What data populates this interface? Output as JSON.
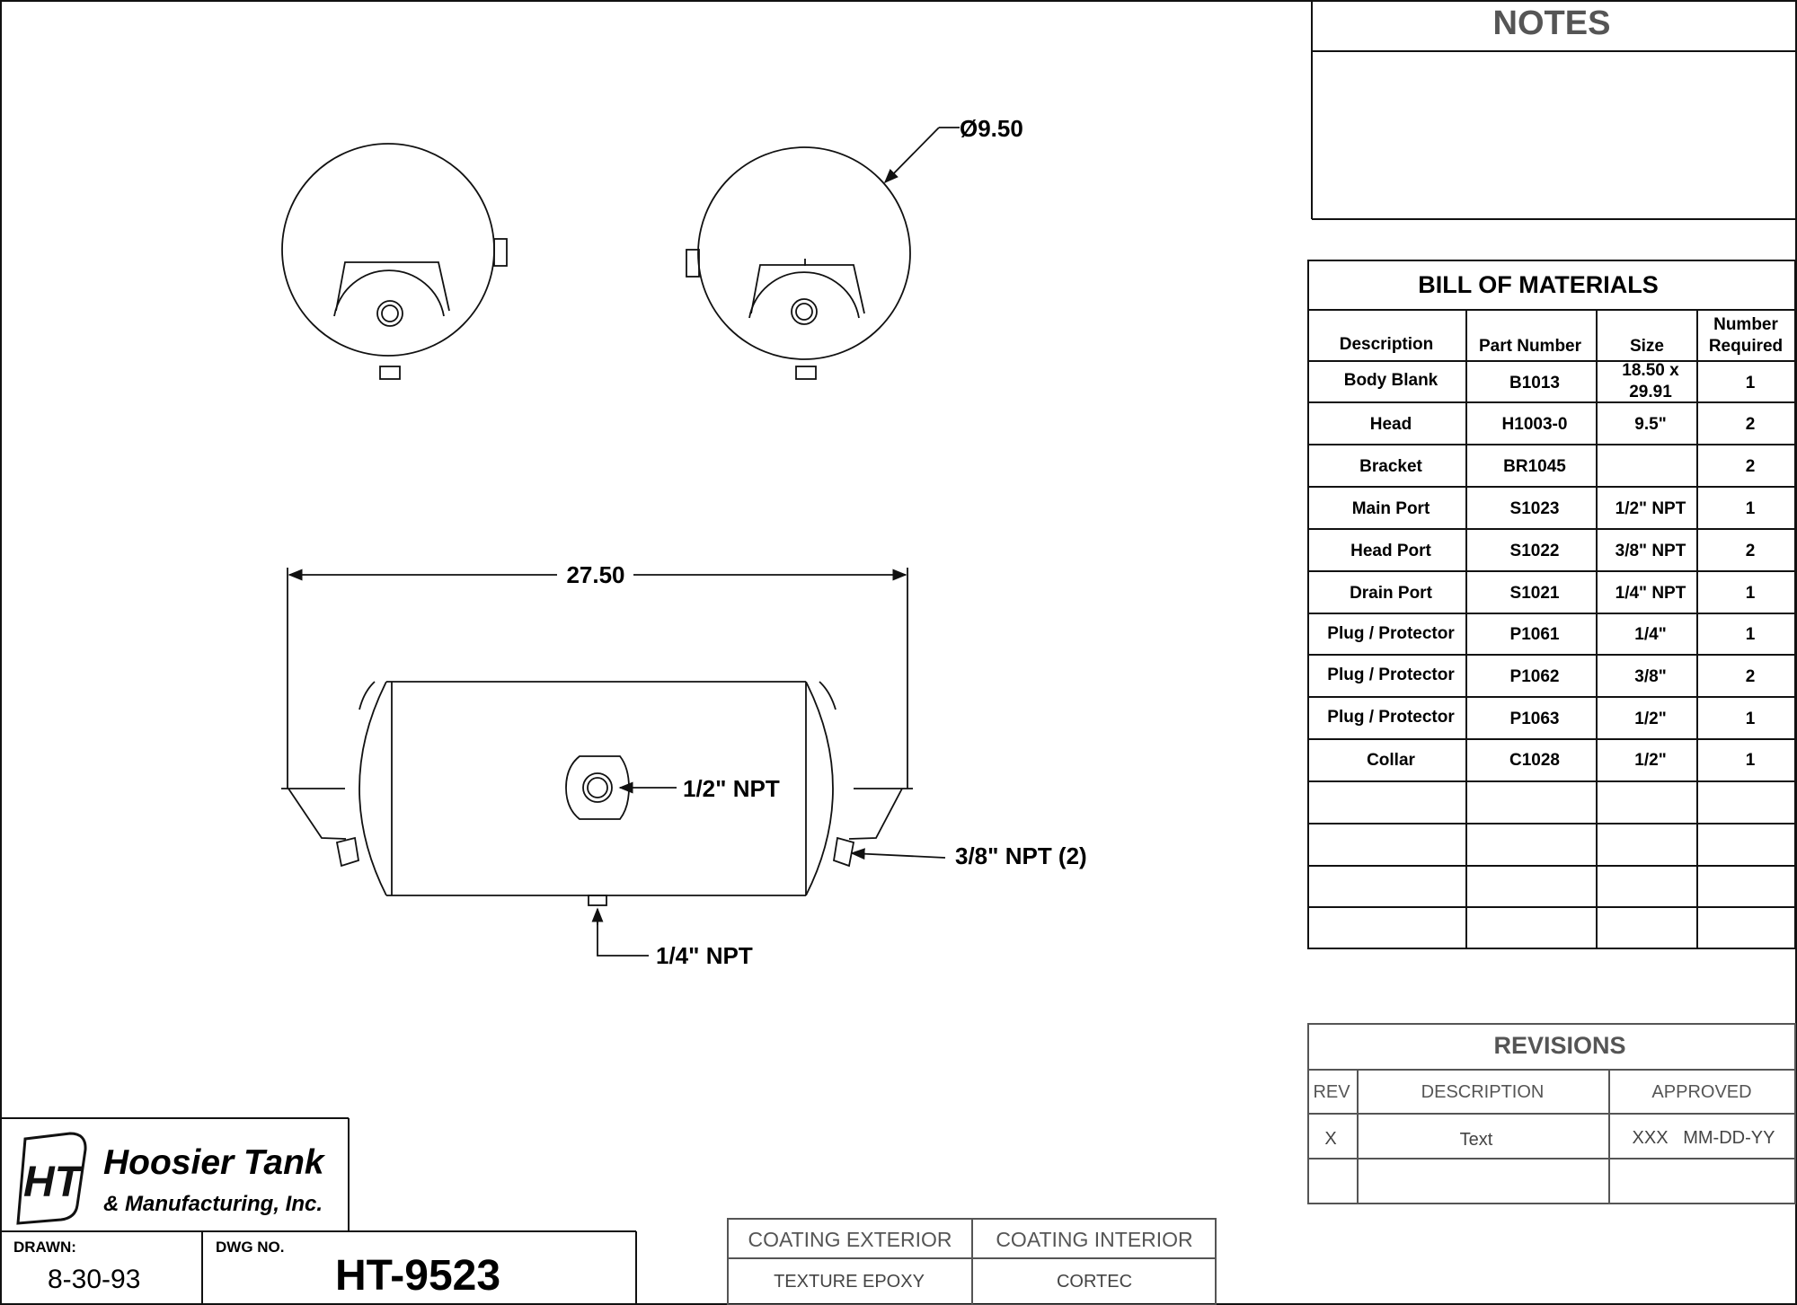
{
  "notes": {
    "title": "NOTES"
  },
  "drawing": {
    "diameter_label": "Ø9.50",
    "length_label": "27.50",
    "main_port_label": "1/2\" NPT",
    "head_port_label": "3/8\" NPT  (2)",
    "drain_port_label": "1/4\" NPT"
  },
  "bom": {
    "title": "BILL OF MATERIALS",
    "headers": {
      "description": "Description",
      "part_number": "Part Number",
      "size": "Size",
      "number_line1": "Number",
      "number_line2": "Required"
    },
    "rows": [
      {
        "description": "Body Blank",
        "part": "B1013",
        "size_line1": "18.50 x",
        "size_line2": "29.91",
        "qty": "1"
      },
      {
        "description": "Head",
        "part": "H1003-0",
        "size": "9.5\"",
        "qty": "2"
      },
      {
        "description": "Bracket",
        "part": "BR1045",
        "size": "",
        "qty": "2"
      },
      {
        "description": "Main Port",
        "part": "S1023",
        "size": "1/2\" NPT",
        "qty": "1"
      },
      {
        "description": "Head Port",
        "part": "S1022",
        "size": "3/8\" NPT",
        "qty": "2"
      },
      {
        "description": "Drain Port",
        "part": "S1021",
        "size": "1/4\" NPT",
        "qty": "1"
      },
      {
        "description": "Plug / Protector",
        "part": "P1061",
        "size": "1/4\"",
        "qty": "1"
      },
      {
        "description": "Plug / Protector",
        "part": "P1062",
        "size": "3/8\"",
        "qty": "2"
      },
      {
        "description": "Plug / Protector",
        "part": "P1063",
        "size": "1/2\"",
        "qty": "1"
      },
      {
        "description": "Collar",
        "part": "C1028",
        "size": "1/2\"",
        "qty": "1"
      }
    ]
  },
  "revisions": {
    "title": "REVISIONS",
    "headers": {
      "rev": "REV",
      "description": "DESCRIPTION",
      "approved": "APPROVED"
    },
    "rows": [
      {
        "rev": "X",
        "description": "Text",
        "approved": "XXX   MM-DD-YY"
      }
    ]
  },
  "company": {
    "logo_letters": "HT",
    "name_line1": "Hoosier Tank",
    "name_line2": "& Manufacturing, Inc."
  },
  "title_block": {
    "drawn_label": "DRAWN:",
    "drawn_value": "8-30-93",
    "dwg_label": "DWG NO.",
    "dwg_value": "HT-9523"
  },
  "coating": {
    "exterior_label": "COATING EXTERIOR",
    "interior_label": "COATING INTERIOR",
    "exterior_value": "TEXTURE EPOXY",
    "interior_value": "CORTEC"
  }
}
